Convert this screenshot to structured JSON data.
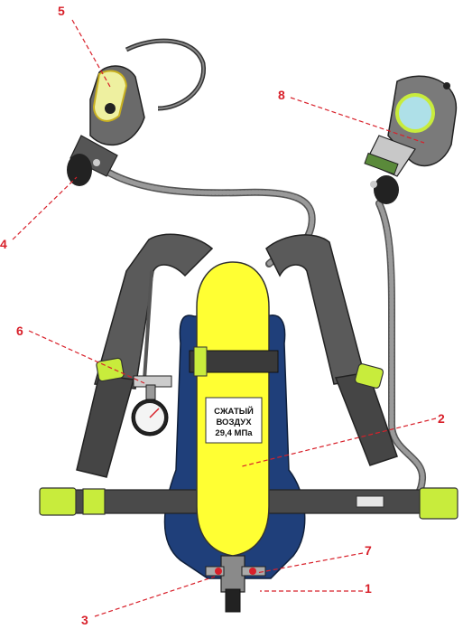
{
  "tank": {
    "line1": "СЖАТЫЙ",
    "line2": "ВОЗДУХ",
    "line3": "29,4 МПа"
  },
  "callouts": [
    "5",
    "8",
    "4",
    "6",
    "2",
    "7",
    "1",
    "3"
  ],
  "colors": {
    "callout": "#d8202a",
    "tank": "#ffff33",
    "backplate": "#1f3f7a",
    "harness": "#5a5a5a",
    "buckle": "#c8ec3c",
    "hose": "#8a8a8a"
  }
}
